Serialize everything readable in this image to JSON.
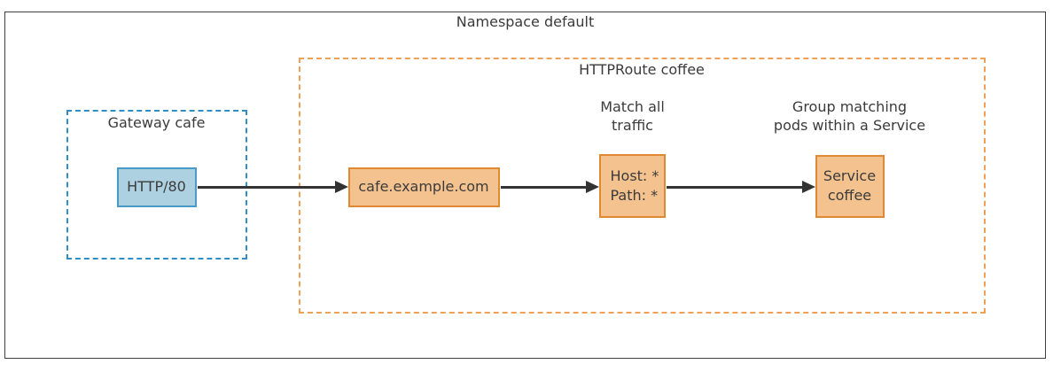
{
  "diagram": {
    "namespace": {
      "label": "Namespace default"
    },
    "gateway": {
      "label": "Gateway cafe",
      "listener_node": {
        "label": "HTTP/80"
      }
    },
    "httproute": {
      "label": "HTTPRoute coffee",
      "hostname_node": {
        "label": "cafe.example.com"
      },
      "match_node": {
        "lines": [
          "Host: *",
          "Path: *"
        ],
        "annotation_lines": [
          "Match all",
          "traffic"
        ]
      },
      "backend_node": {
        "lines": [
          "Service",
          "coffee"
        ],
        "annotation_lines": [
          "Group matching",
          "pods within a Service"
        ]
      }
    },
    "colors": {
      "outer_border": "#3f3f3f",
      "gateway_dashed_border": "#2f8fc5",
      "httproute_dashed_border": "#eea157",
      "blue_node_fill": "#aed1e2",
      "blue_node_border": "#4a9ac8",
      "orange_node_fill": "#f4c28e",
      "orange_node_border": "#df8a33",
      "arrow": "#333333",
      "text": "#3b3b3b"
    }
  }
}
